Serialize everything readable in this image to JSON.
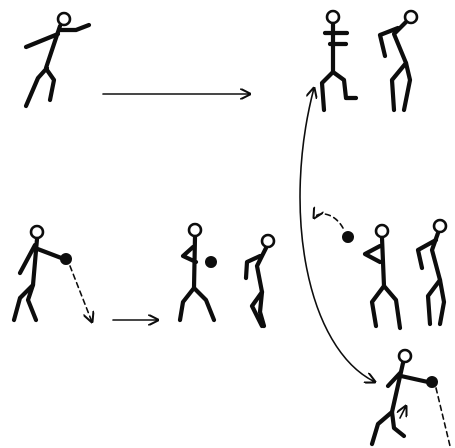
{
  "figure": {
    "background": "#ffffff",
    "ink_color": "#0d0d0d",
    "panels": [
      {
        "name": "runner-to-receiving-pair",
        "figures": 3,
        "arrows": [
          "horizontal-arrow"
        ]
      },
      {
        "name": "passer-ball-to-pair",
        "figures": 3,
        "arrows": [
          "dashed-ball-path",
          "short-arrow"
        ]
      },
      {
        "name": "thrower-with-ball-and-partner",
        "figures": 2,
        "arrows": [
          "dashed-lob-arrow"
        ]
      },
      {
        "name": "bottom-passer",
        "figures": 1,
        "arrows": [
          "dashed-exit-line"
        ]
      }
    ],
    "connector": "curved-double-headed-arrow"
  }
}
